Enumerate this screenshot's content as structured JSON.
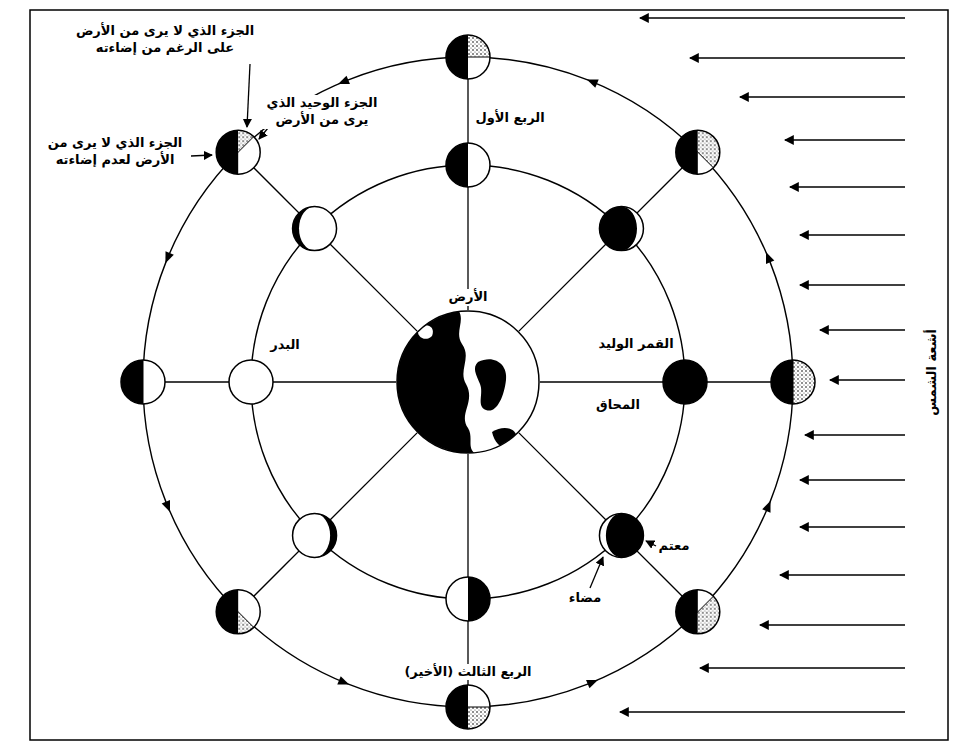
{
  "diagram": {
    "nodes": [
      {
        "text": [
          "الأرض"
        ]
      }
    ],
    "labels": [
      "الجزء الذي لا يرى من الأرض على الرغم من إضاءته",
      "الجزء الوحيد الذي يرى من الأرض",
      "الجزء الذي لا يرى من الأرض لعدم إضاءته",
      "الربع الأول",
      "البدر",
      "القمر الوليد",
      "المحاق",
      "معتم",
      "مضاء",
      "الربع الثالث (الأخير)",
      "أشعة الشمس"
    ]
  }
}
